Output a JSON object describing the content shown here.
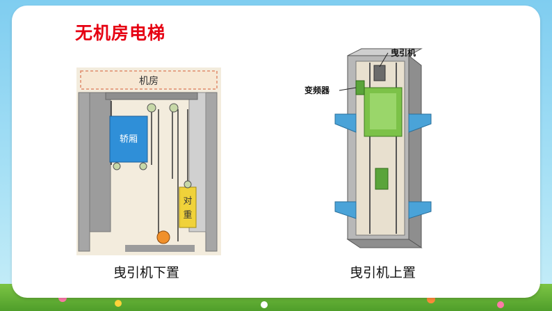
{
  "title": "无机房电梯",
  "left_diagram": {
    "machine_room_label": "机房",
    "car_label": "轿厢",
    "counterweight_label": "对重",
    "caption": "曳引机下置"
  },
  "right_diagram": {
    "traction_machine_label": "曳引机",
    "inverter_label": "变频器",
    "caption": "曳引机上置"
  },
  "colors": {
    "title": "#e60012",
    "car": "#2f8fd8",
    "counterweight": "#f0d23a",
    "shaft_wall": "#a6a6a6",
    "platform": "#4aa3d8"
  }
}
